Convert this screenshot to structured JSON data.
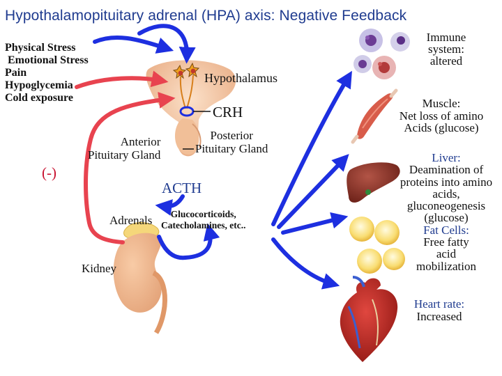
{
  "title": "Hypothalamopituitary adrenal  (HPA) axis: Negative Feedback",
  "stressors": [
    "Physical Stress",
    " Emotional Stress",
    "Pain",
    "Hypoglycemia",
    "Cold exposure"
  ],
  "labels": {
    "hypothalamus": "Hypothalamus",
    "crh": "CRH",
    "anterior_pituitary": [
      "Anterior",
      "Pituitary Gland"
    ],
    "posterior_pituitary": [
      "Posterior",
      "Pituitary Gland"
    ],
    "negative_sign": "(-)",
    "acth": "ACTH",
    "adrenals": "Adrenals",
    "hormones": [
      "Glucocorticoids,",
      "Catecholamines, etc.."
    ],
    "kidney": "Kidney"
  },
  "targets": {
    "immune": [
      "Immune",
      "system:",
      "altered"
    ],
    "muscle": [
      "Muscle:",
      "Net loss of amino",
      "Acids (glucose)"
    ],
    "liver": [
      "Liver:",
      "Deamination of",
      "proteins into amino",
      "acids,",
      "gluconeogenesis",
      "(glucose)"
    ],
    "fat": [
      "Fat Cells:",
      "Free fatty",
      "acid",
      "mobilization"
    ],
    "heart": [
      "Heart rate:",
      "Increased"
    ]
  },
  "colors": {
    "title": "#1f3b8f",
    "feedback_arrow": "#e8434f",
    "stimulus_arrow": "#1d2fe0",
    "acth_text": "#1f3b8f",
    "negative_sign": "#c8102e",
    "link_text": "#1f3b8f"
  },
  "icons": [
    "immune-cells-icon",
    "muscle-icon",
    "liver-icon",
    "fat-cells-icon",
    "heart-icon",
    "neuron-icon",
    "pituitary-gland-icon",
    "adrenal-kidney-icon"
  ]
}
